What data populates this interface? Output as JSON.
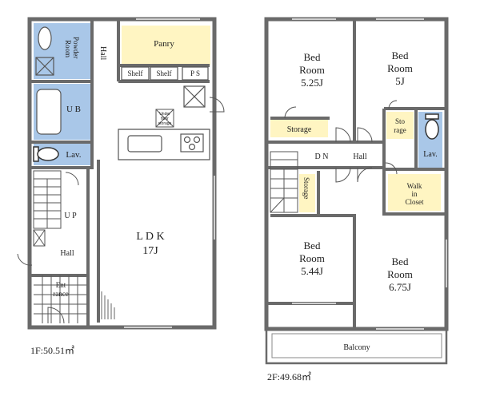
{
  "colors": {
    "wall": "#6a6a6a",
    "wet_area": "#a9c7e8",
    "storage": "#fff5c2",
    "line": "#555555",
    "background": "#ffffff"
  },
  "floor1": {
    "area": "1F:50.51㎡",
    "rooms": {
      "powder_room_a": "Powder",
      "powder_room_b": "Room",
      "hall_top": "Hall",
      "pantry": "Panry",
      "shelf1": "Shelf",
      "shelf2": "Shelf",
      "ps": "P S",
      "ub": "U B",
      "lav": "Lav.",
      "under_floor_a": "Under",
      "under_floor_b": "floor",
      "under_floor_c": "storage",
      "up": "U P",
      "hall": "Hall",
      "entrance_a": "Ent",
      "entrance_b": "rance",
      "ldk": "L D K",
      "ldk_size": "17J"
    }
  },
  "floor2": {
    "area": "2F:49.68㎡",
    "rooms": {
      "bed1_a": "Bed",
      "bed1_b": "Room",
      "bed1_c": "5.25J",
      "bed2_a": "Bed",
      "bed2_b": "Room",
      "bed2_c": "5J",
      "storage_left": "Storage",
      "storage2_a": "Sto",
      "storage2_b": "rage",
      "lav": "Lav.",
      "dn": "D N",
      "hall": "Hall",
      "storage_vertical": "Storage",
      "walkin_a": "Walk",
      "walkin_b": "in",
      "walkin_c": "Closet",
      "bed3_a": "Bed",
      "bed3_b": "Room",
      "bed3_c": "5.44J",
      "bed4_a": "Bed",
      "bed4_b": "Room",
      "bed4_c": "6.75J",
      "balcony": "Balcony"
    }
  }
}
